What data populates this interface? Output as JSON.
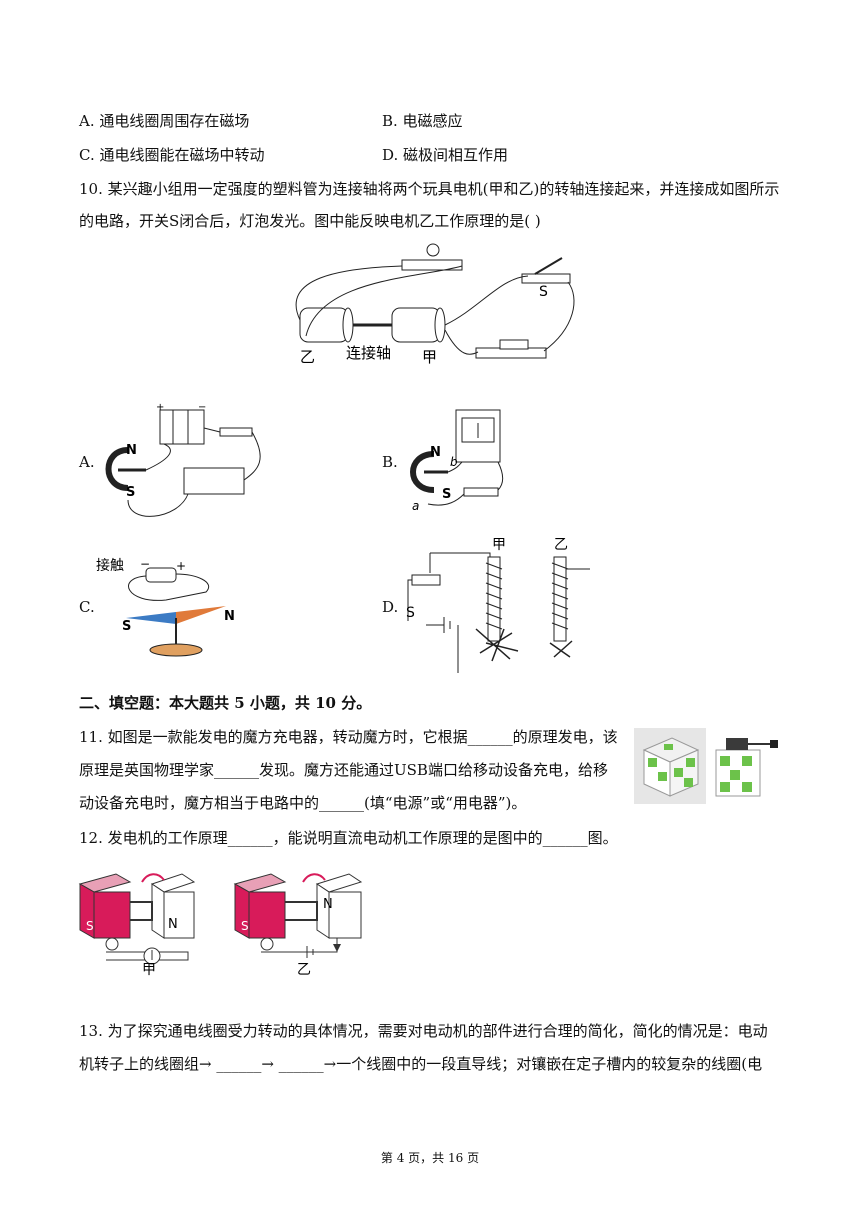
{
  "q9_options": {
    "a": "A. 通电线圈周围存在磁场",
    "b": "B. 电磁感应",
    "c": "C. 通电线圈能在磁场中转动",
    "d": "D. 磁极间相互作用"
  },
  "q10": {
    "line1": "10. 某兴趣小组用一定强度的塑料管为连接轴将两个玩具电机(甲和乙)的转轴连接起来，并连接成如图所示",
    "line2": "的电路，开关S闭合后，灯泡发光。图中能反映电机乙工作原理的是(    )",
    "figure_labels": {
      "yi": "乙",
      "axis": "连接轴",
      "jia": "甲",
      "switch": "S"
    },
    "options": {
      "a": "A.",
      "b": "B.",
      "c": "C.",
      "d": "D."
    },
    "option_a_labels": {
      "n": "N",
      "s": "S",
      "plus": "+",
      "minus": "−"
    },
    "option_b_labels": {
      "n": "N",
      "s": "S",
      "b": "b",
      "a": "a"
    },
    "option_c_labels": {
      "touch": "接触",
      "minus": "−",
      "plus": "+",
      "s": "S",
      "n": "N"
    },
    "option_d_labels": {
      "jia": "甲",
      "yi": "乙",
      "s": "S"
    }
  },
  "section2": {
    "heading": "二、填空题：本大题共 5 小题，共 10 分。"
  },
  "q11": {
    "line1": "11. 如图是一款能发电的魔方充电器，转动魔方时，它根据______的原理发电，该",
    "line2": "原理是英国物理学家______发现。魔方还能通过USB端口给移动设备充电，给移",
    "line3": "动设备充电时，魔方相当于电路中的______(填“电源”或“用电器”)。"
  },
  "q12": {
    "line1": "12. 发电机的工作原理______，能说明直流电动机工作原理的是图中的______图。",
    "fig_jia": "甲",
    "fig_yi": "乙",
    "pole_s": "S",
    "pole_n": "N"
  },
  "q13": {
    "line1": "13. 为了探究通电线圈受力转动的具体情况，需要对电动机的部件进行合理的简化，简化的情况是：电动",
    "line2": "机转子上的线圈组→ ______→ ______→一个线圈中的一段直导线；对镶嵌在定子槽内的较复杂的线圈(电"
  },
  "footer": "第 4 页，共 16 页",
  "colors": {
    "magnet_red": "#d81b5a",
    "cube_green": "#6cc24a",
    "text": "#111111"
  }
}
